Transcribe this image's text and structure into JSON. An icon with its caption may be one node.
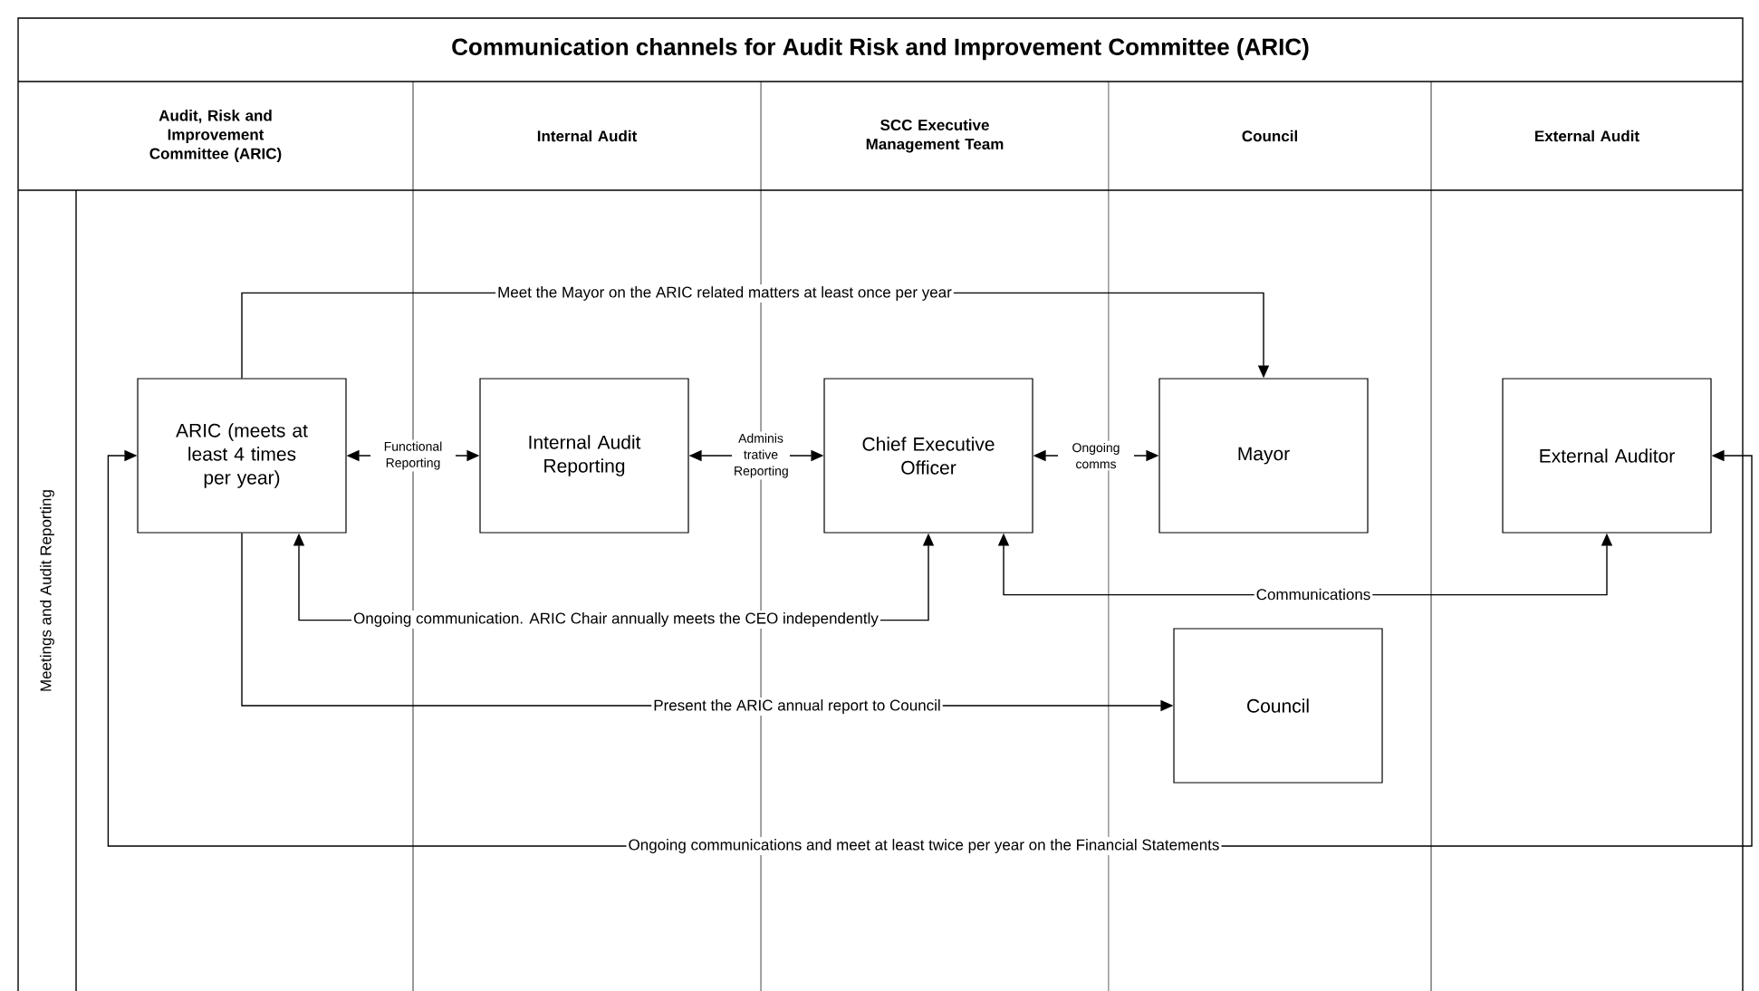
{
  "diagram": {
    "title": "Communication channels for Audit Risk and Improvement Committee (ARIC)",
    "nodes": [
      {
        "text": [
          "ARIC (meets at least 4 times per year)"
        ]
      },
      {
        "text": [
          "Internal Audit Reporting"
        ]
      },
      {
        "text": [
          "Chief Executive Officer"
        ]
      },
      {
        "text": [
          "Mayor"
        ]
      },
      {
        "text": [
          "External Auditor"
        ]
      },
      {
        "text": [
          "Council"
        ]
      }
    ],
    "edges": [
      {
        "from": 0,
        "to": 3,
        "arrow": "to",
        "label": "Meet the Mayor on the ARIC related matters at least once per year"
      },
      {
        "from": 0,
        "to": 1,
        "arrow": "both",
        "label": "Functional Reporting"
      },
      {
        "from": 1,
        "to": 2,
        "arrow": "both",
        "label": "Adminis trative Reporting"
      },
      {
        "from": 2,
        "to": 3,
        "arrow": "both",
        "label": "Ongoing comms"
      },
      {
        "from": 0,
        "to": 2,
        "arrow": "both",
        "label": "Ongoing communication. ARIC Chair annually meets the CEO independently"
      },
      {
        "from": 2,
        "to": 4,
        "arrow": "both",
        "label": "Communications"
      },
      {
        "from": 0,
        "to": 5,
        "arrow": "to",
        "label": "Present the ARIC annual report to Council"
      },
      {
        "from": 0,
        "to": 4,
        "arrow": "both",
        "label": "Ongoing communications and meet at least twice per year on the Financial Statements"
      }
    ],
    "labels": [
      "Audit, Risk and Improvement Committee (ARIC)",
      "Internal Audit",
      "SCC Executive Management Team",
      "Council",
      "External Audit",
      "Meetings and Audit Reporting"
    ]
  }
}
